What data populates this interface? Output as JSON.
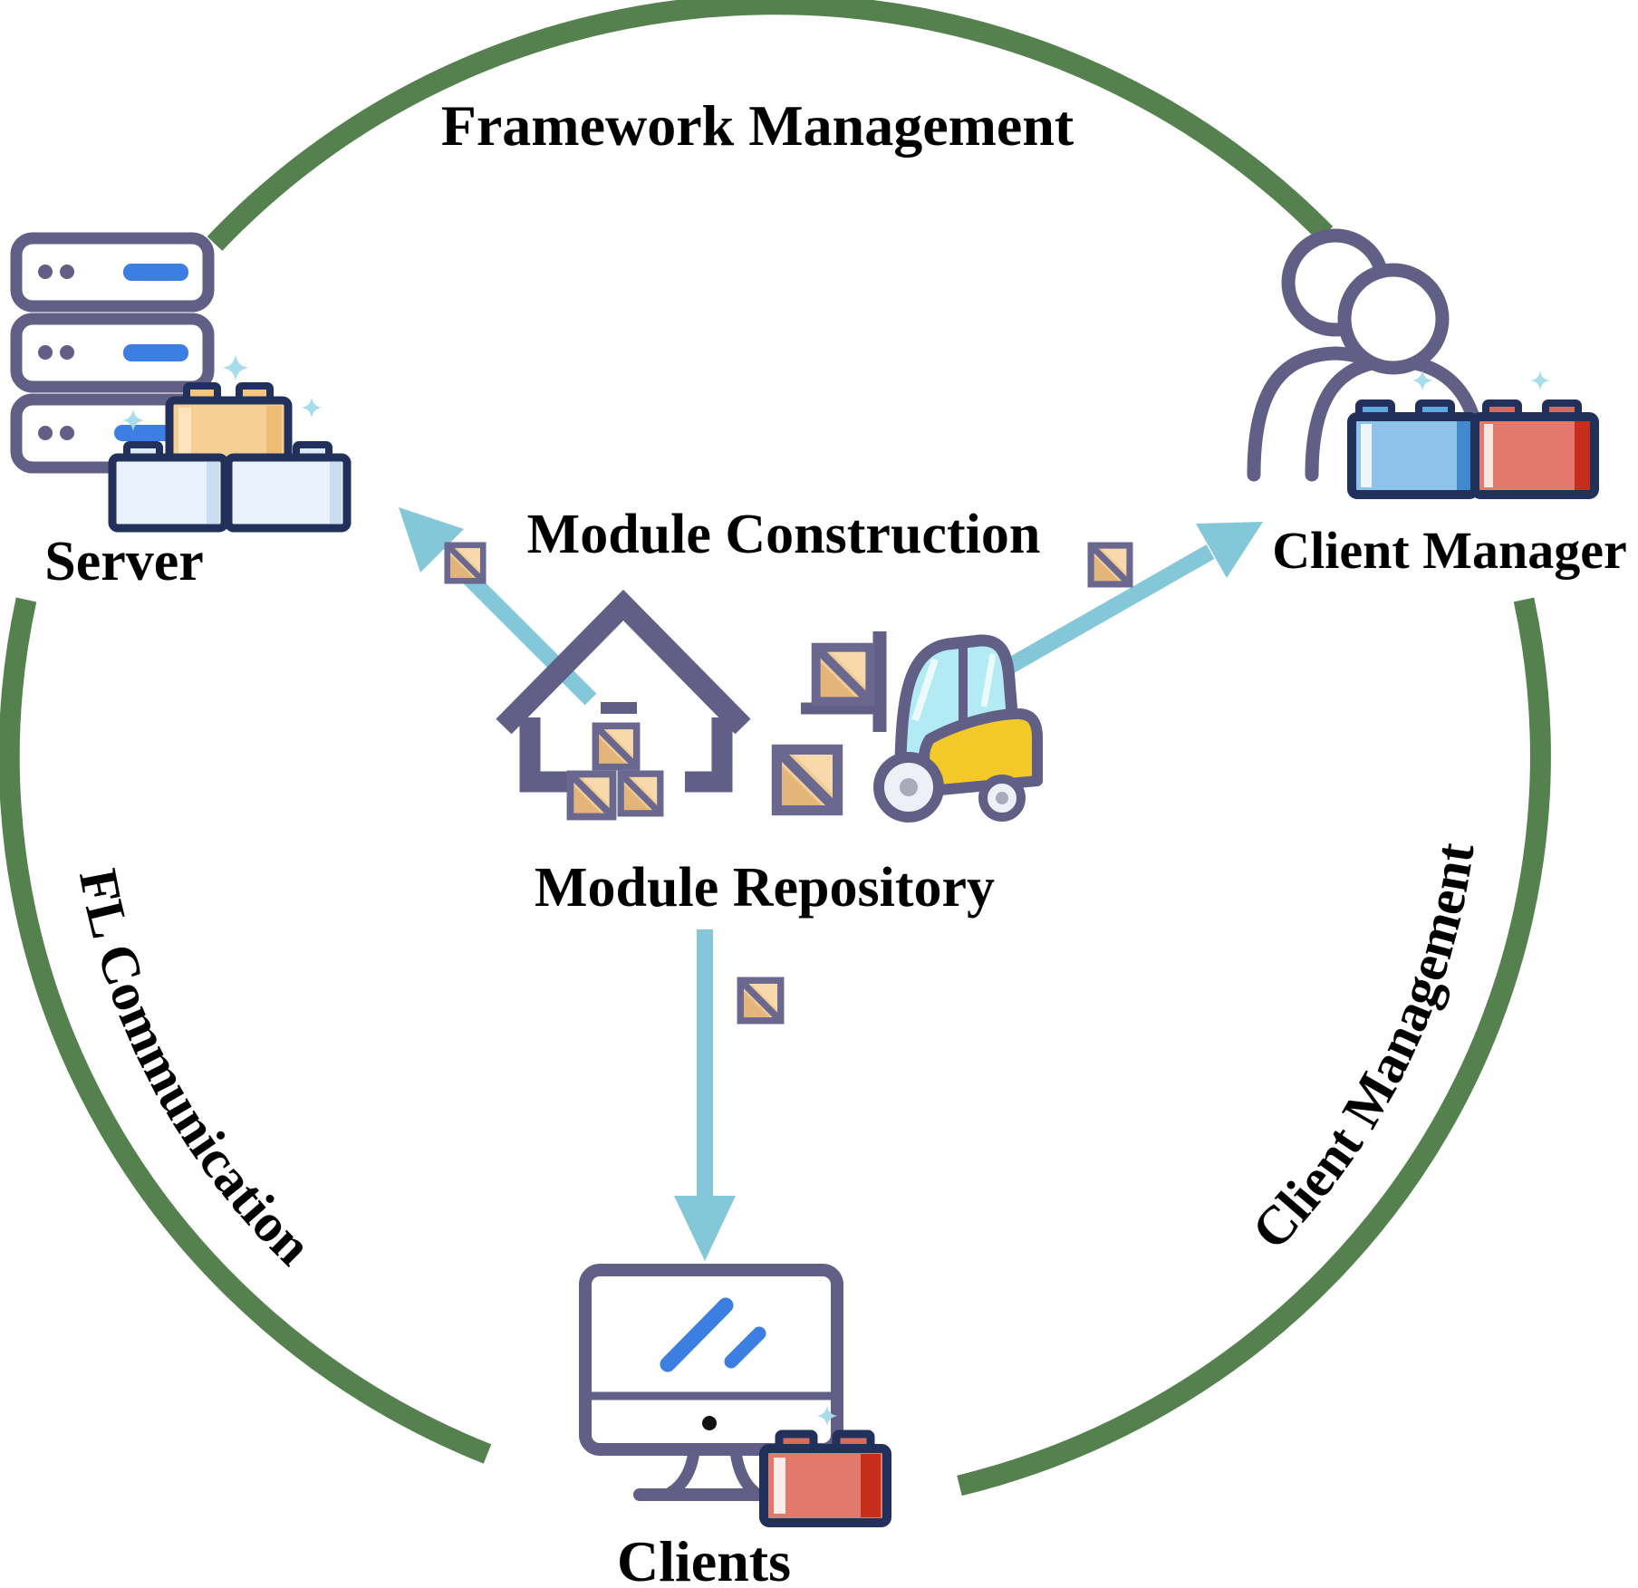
{
  "labels": {
    "framework_management": "Framework Management",
    "fl_communication": "FL Communication",
    "client_management": "Client Management",
    "module_construction": "Module Construction",
    "module_repository": "Module Repository",
    "server": "Server",
    "client_manager": "Client Manager",
    "clients": "Clients"
  },
  "colors": {
    "green": "#54814d",
    "outline": "#615f85",
    "navy": "#22305c",
    "blue": "#3c7ee2",
    "teal": "#84c7d8",
    "sparkle": "#a6dcec",
    "tan": "#f0cb94",
    "tan_dark": "#e4b57a",
    "box_border": "#6b6890",
    "lego_tan": "#f6cf97",
    "lego_blue": "#8dc3eb",
    "lego_red": "#e2796c",
    "lego_red_dark": "#c62d1c",
    "lego_lightblue": "#e9f1fa",
    "yellow": "#f3c829",
    "window": "#b2ebf3",
    "text": "#000000"
  },
  "icons": {
    "server": "server-rack-icon",
    "client_manager": "users-icon",
    "module_repository_house": "warehouse-icon",
    "module_repository_vehicle": "forklift-icon",
    "clients": "monitor-icon",
    "module_box": "crate-icon",
    "decoration": "sparkle-icon",
    "flow": "arrow-icon"
  }
}
